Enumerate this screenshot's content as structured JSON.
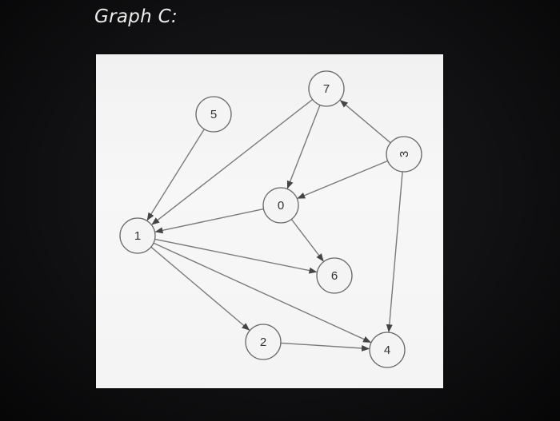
{
  "title": "Graph C:",
  "colors": {
    "edge": "#7a7a7a",
    "node_fill": "#f4f4f4",
    "node_stroke": "#6a6a6a",
    "label": "#333333"
  },
  "nodes": [
    {
      "id": "0",
      "label": "0"
    },
    {
      "id": "1",
      "label": "1"
    },
    {
      "id": "2",
      "label": "2"
    },
    {
      "id": "3",
      "label": "3"
    },
    {
      "id": "4",
      "label": "4"
    },
    {
      "id": "5",
      "label": "5"
    },
    {
      "id": "6",
      "label": "6"
    },
    {
      "id": "7",
      "label": "7"
    }
  ],
  "edges": [
    {
      "from": "5",
      "to": "1"
    },
    {
      "from": "7",
      "to": "1"
    },
    {
      "from": "7",
      "to": "0"
    },
    {
      "from": "3",
      "to": "7"
    },
    {
      "from": "3",
      "to": "0"
    },
    {
      "from": "3",
      "to": "4"
    },
    {
      "from": "0",
      "to": "1"
    },
    {
      "from": "0",
      "to": "6"
    },
    {
      "from": "1",
      "to": "6"
    },
    {
      "from": "1",
      "to": "2"
    },
    {
      "from": "1",
      "to": "4"
    },
    {
      "from": "2",
      "to": "4"
    }
  ]
}
